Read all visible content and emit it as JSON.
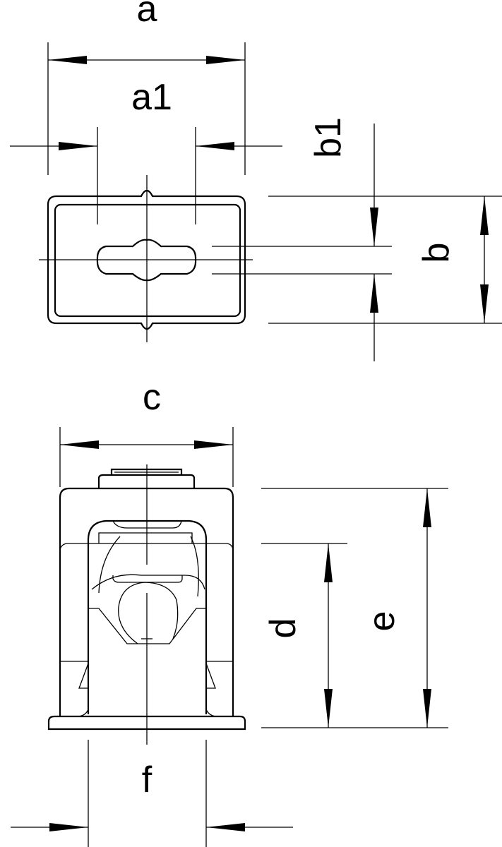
{
  "drawing": {
    "labels": {
      "a": "a",
      "a1": "a1",
      "b": "b",
      "b1": "b1",
      "c": "c",
      "d": "d",
      "e": "e",
      "f": "f"
    },
    "colors": {
      "line": "#000000",
      "background": "#ffffff"
    }
  }
}
